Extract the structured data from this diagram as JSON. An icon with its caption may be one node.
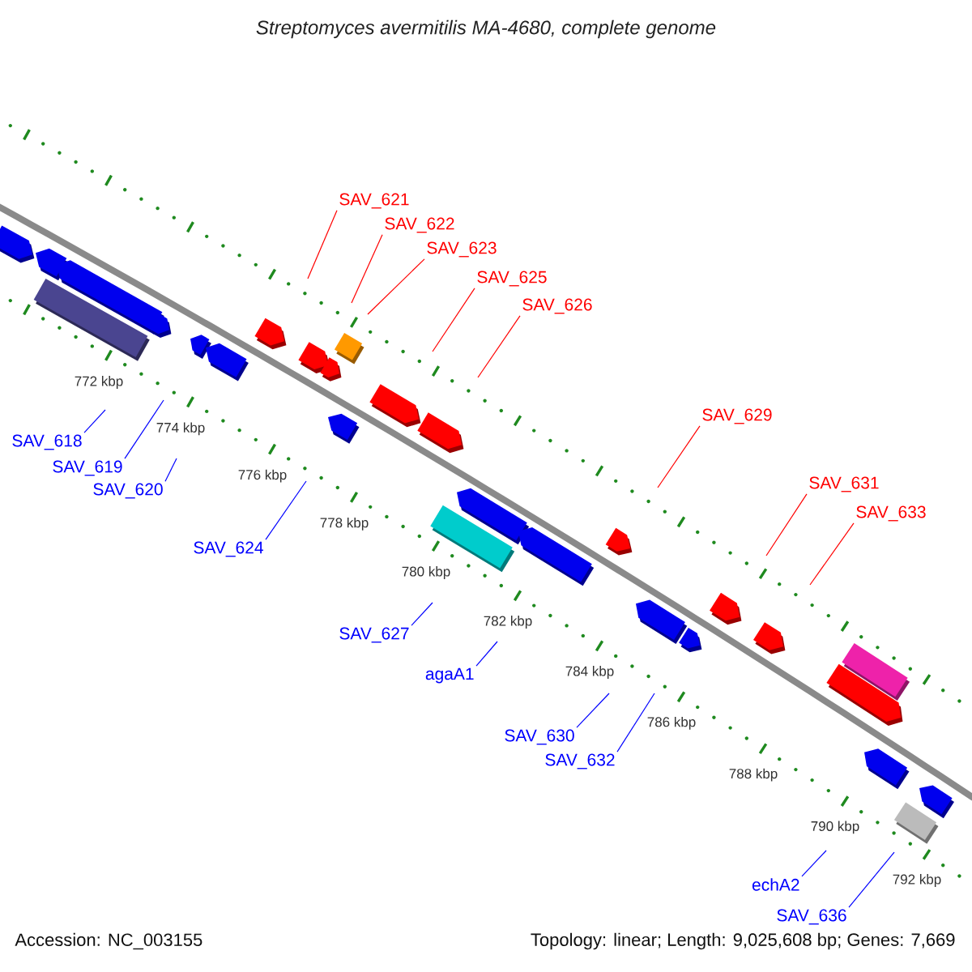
{
  "diagram": {
    "title": "Streptomyces avermitilis MA-4680, complete genome",
    "nodes": [
      {
        "text": [
          "SAV_621"
        ]
      },
      {
        "text": [
          "SAV_622"
        ]
      },
      {
        "text": [
          "SAV_623"
        ]
      },
      {
        "text": [
          "SAV_625"
        ]
      },
      {
        "text": [
          "SAV_626"
        ]
      },
      {
        "text": [
          "SAV_629"
        ]
      },
      {
        "text": [
          "SAV_618"
        ]
      },
      {
        "text": [
          "SAV_619"
        ]
      },
      {
        "text": [
          "SAV_631"
        ]
      },
      {
        "text": [
          "SAV_620"
        ]
      },
      {
        "text": [
          "SAV_633"
        ]
      },
      {
        "text": [
          "SAV_624"
        ]
      },
      {
        "text": [
          "SAV_627"
        ]
      },
      {
        "text": [
          "agaA1"
        ]
      },
      {
        "text": [
          "SAV_630"
        ]
      },
      {
        "text": [
          "SAV_632"
        ]
      },
      {
        "text": [
          "echA2"
        ]
      },
      {
        "text": [
          "SAV_636"
        ]
      }
    ],
    "edges": [
      {
        "from": 0,
        "to": null,
        "arrow": "none",
        "color": "#ff0000"
      },
      {
        "from": 1,
        "to": null,
        "arrow": "none",
        "color": "#ff0000"
      },
      {
        "from": 2,
        "to": null,
        "arrow": "none",
        "color": "#ff0000"
      },
      {
        "from": 3,
        "to": null,
        "arrow": "none",
        "color": "#ff0000"
      },
      {
        "from": 4,
        "to": null,
        "arrow": "none",
        "color": "#ff0000"
      },
      {
        "from": 5,
        "to": null,
        "arrow": "none",
        "color": "#ff0000"
      },
      {
        "from": 6,
        "to": null,
        "arrow": "none"
      },
      {
        "from": 7,
        "to": null,
        "arrow": "none"
      },
      {
        "from": 8,
        "to": null,
        "arrow": "none",
        "color": "#ff0000"
      },
      {
        "from": 9,
        "to": null,
        "arrow": "none"
      },
      {
        "from": 10,
        "to": null,
        "arrow": "none",
        "color": "#ff0000"
      },
      {
        "from": 11,
        "to": null,
        "arrow": "none"
      },
      {
        "from": 12,
        "to": null,
        "arrow": "none"
      },
      {
        "from": 13,
        "to": null,
        "arrow": "none"
      },
      {
        "from": 14,
        "to": null,
        "arrow": "none"
      },
      {
        "from": 15,
        "to": null,
        "arrow": "none"
      },
      {
        "from": 16,
        "to": null,
        "arrow": "none"
      },
      {
        "from": 17,
        "to": null,
        "arrow": "none"
      }
    ],
    "labels": [
      "772 kbp",
      "774 kbp",
      "776 kbp",
      "778 kbp",
      "780 kbp",
      "782 kbp",
      "784 kbp",
      "786 kbp",
      "788 kbp",
      "790 kbp",
      "792 kbp",
      "Accession: NC_003155",
      "Topology: linear; Length: 9,025,608 bp; Genes: 7,669"
    ]
  }
}
